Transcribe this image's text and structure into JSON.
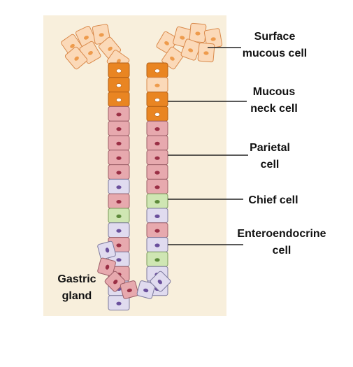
{
  "labels": {
    "surface_mucous": [
      "Surface",
      "mucous cell"
    ],
    "mucous_neck": [
      "Mucous",
      "neck cell"
    ],
    "parietal": [
      "Parietal",
      "cell"
    ],
    "chief": [
      "Chief cell"
    ],
    "enteroendocrine": [
      "Enteroendocrine",
      "cell"
    ],
    "gastric_gland": [
      "Gastric",
      "gland"
    ]
  },
  "colors": {
    "background_panel": "#f8efdc",
    "surface_mucous_fill": "#fbd9b8",
    "surface_mucous_stroke": "#d9894a",
    "surface_mucous_nucleus": "#ee9b4c",
    "mucous_neck_fill": "#e98522",
    "mucous_neck_stroke": "#b45f15",
    "mucous_neck_nucleus": "#ffffff",
    "parietal_fill": "#e7a9ae",
    "parietal_stroke": "#9b5d66",
    "parietal_nucleus": "#9a2f45",
    "chief_fill": "#cfe6b3",
    "chief_stroke": "#7a9a5a",
    "chief_nucleus": "#5c8a3a",
    "enteroendocrine_fill": "#e0dbef",
    "enteroendocrine_stroke": "#7d7a9e",
    "enteroendocrine_nucleus": "#6a4f9c",
    "label_text": "#111111",
    "leader_line": "#222222"
  },
  "left_column_cells": [
    "mucous_neck",
    "mucous_neck",
    "mucous_neck",
    "parietal",
    "parietal",
    "parietal",
    "parietal",
    "parietal",
    "enteroendocrine",
    "parietal",
    "chief",
    "enteroendocrine",
    "parietal",
    "enteroendocrine",
    "parietal",
    "enteroendocrine",
    "enteroendocrine"
  ],
  "right_column_cells": [
    "mucous_neck",
    "surface_mucous",
    "mucous_neck",
    "mucous_neck",
    "parietal",
    "parietal",
    "parietal",
    "parietal",
    "parietal",
    "chief",
    "enteroendocrine",
    "parietal",
    "enteroendocrine",
    "chief",
    "enteroendocrine",
    "enteroendocrine"
  ],
  "base_cells": [
    "enteroendocrine",
    "parietal",
    "parietal",
    "parietal",
    "enteroendocrine",
    "enteroendocrine"
  ]
}
